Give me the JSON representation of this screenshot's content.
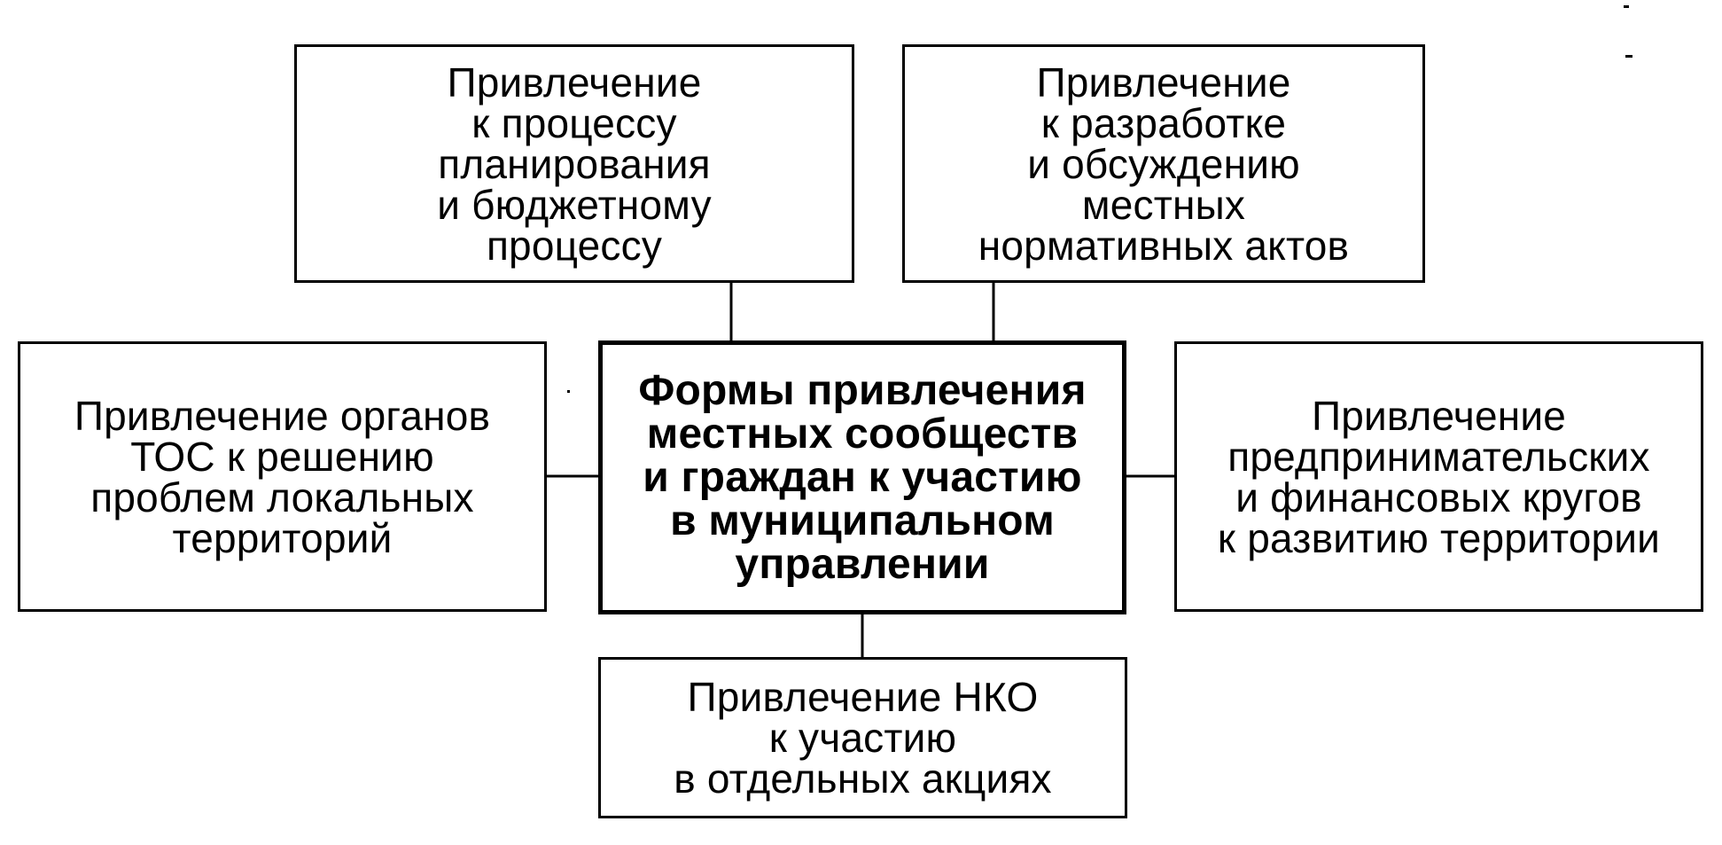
{
  "diagram": {
    "center": {
      "text": "Формы привлечения\nместных сообществ\nи граждан к участию\nв муниципальном\nуправлении"
    },
    "nodes": [
      {
        "id": "top-left",
        "text": "Привлечение\nк процессу\nпланирования\nи бюджетному\nпроцессу"
      },
      {
        "id": "top-right",
        "text": "Привлечение\nк разработке\nи обсуждению\nместных\nнормативных актов"
      },
      {
        "id": "left",
        "text": "Привлечение органов\nТОС к решению\nпроблем локальных\nтерриторий"
      },
      {
        "id": "right",
        "text": "Привлечение\nпредпринимательских\nи финансовых кругов\nк развитию территории"
      },
      {
        "id": "bottom",
        "text": "Привлечение НКО\nк участию\nв отдельных акциях"
      }
    ],
    "edges": [
      {
        "from": "center",
        "to": "top-left"
      },
      {
        "from": "center",
        "to": "top-right"
      },
      {
        "from": "center",
        "to": "left"
      },
      {
        "from": "center",
        "to": "right"
      },
      {
        "from": "center",
        "to": "bottom"
      }
    ]
  }
}
